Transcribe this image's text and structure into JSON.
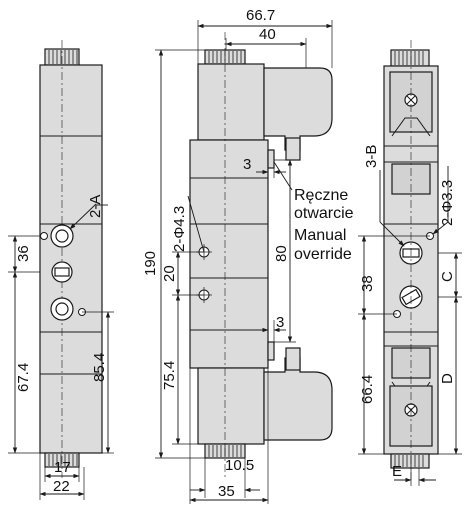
{
  "dimensions": {
    "overall_width": "66.7",
    "coil_width": "40",
    "height": "190",
    "port_spacing_36": "36",
    "port_height_67": "67.4",
    "port_height_85": "85.4",
    "port_height_75": "75.4",
    "spacing_20": "20",
    "coil_offset_80": "80",
    "gap_top": "3",
    "gap_bottom": "3",
    "width_17": "17",
    "width_22": "22",
    "width_10": "10.5",
    "width_35": "35",
    "spacing_38": "38",
    "height_66": "66.4"
  },
  "labels": {
    "port_a": "2-A",
    "port_b": "3-B",
    "mount_holes": "2-Φ4.3",
    "holes_33": "2-Φ3.3",
    "port_c": "C",
    "port_d": "D",
    "port_e": "E"
  },
  "notes": {
    "pl_line1": "Ręczne",
    "pl_line2": "otwarcie",
    "en_line1": "Manual",
    "en_line2": "override"
  },
  "colors": {
    "body": "#dcdcdc",
    "line": "#1a1a1a"
  }
}
